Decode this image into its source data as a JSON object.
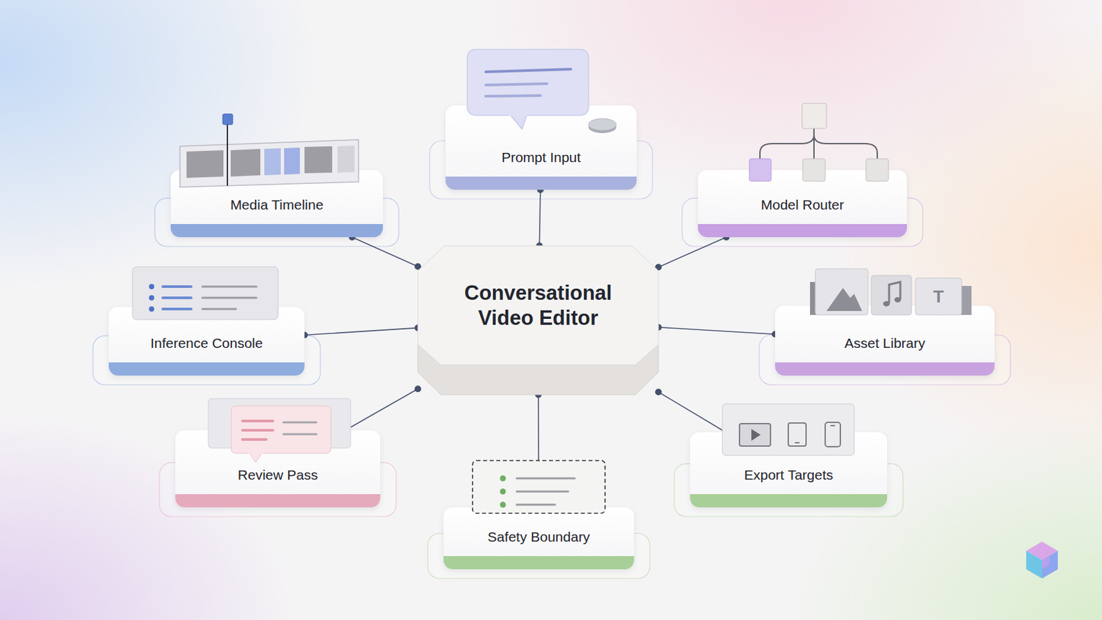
{
  "diagram": {
    "nodes": [
      {
        "text": [
          "Prompt Input"
        ]
      },
      {
        "text": [
          "Media Timeline"
        ]
      },
      {
        "text": [
          "Model Router"
        ]
      },
      {
        "text": [
          "Conversational Video Editor"
        ]
      },
      {
        "text": [
          "Inference Console"
        ]
      },
      {
        "text": [
          "Asset Library"
        ]
      },
      {
        "text": [
          "Review Pass"
        ]
      },
      {
        "text": [
          "Export Targets"
        ]
      },
      {
        "text": [
          "Safety Boundary"
        ]
      }
    ],
    "edges": [
      {
        "from": 3,
        "to": 0,
        "arrow": "none"
      },
      {
        "from": 3,
        "to": 1,
        "arrow": "none"
      },
      {
        "from": 3,
        "to": 2,
        "arrow": "none"
      },
      {
        "from": 3,
        "to": 4,
        "arrow": "none"
      },
      {
        "from": 3,
        "to": 5,
        "arrow": "none"
      },
      {
        "from": 3,
        "to": 6,
        "arrow": "none"
      },
      {
        "from": 3,
        "to": 7,
        "arrow": "none"
      },
      {
        "from": 3,
        "to": 8,
        "arrow": "none"
      }
    ],
    "labels": [
      "T"
    ]
  }
}
